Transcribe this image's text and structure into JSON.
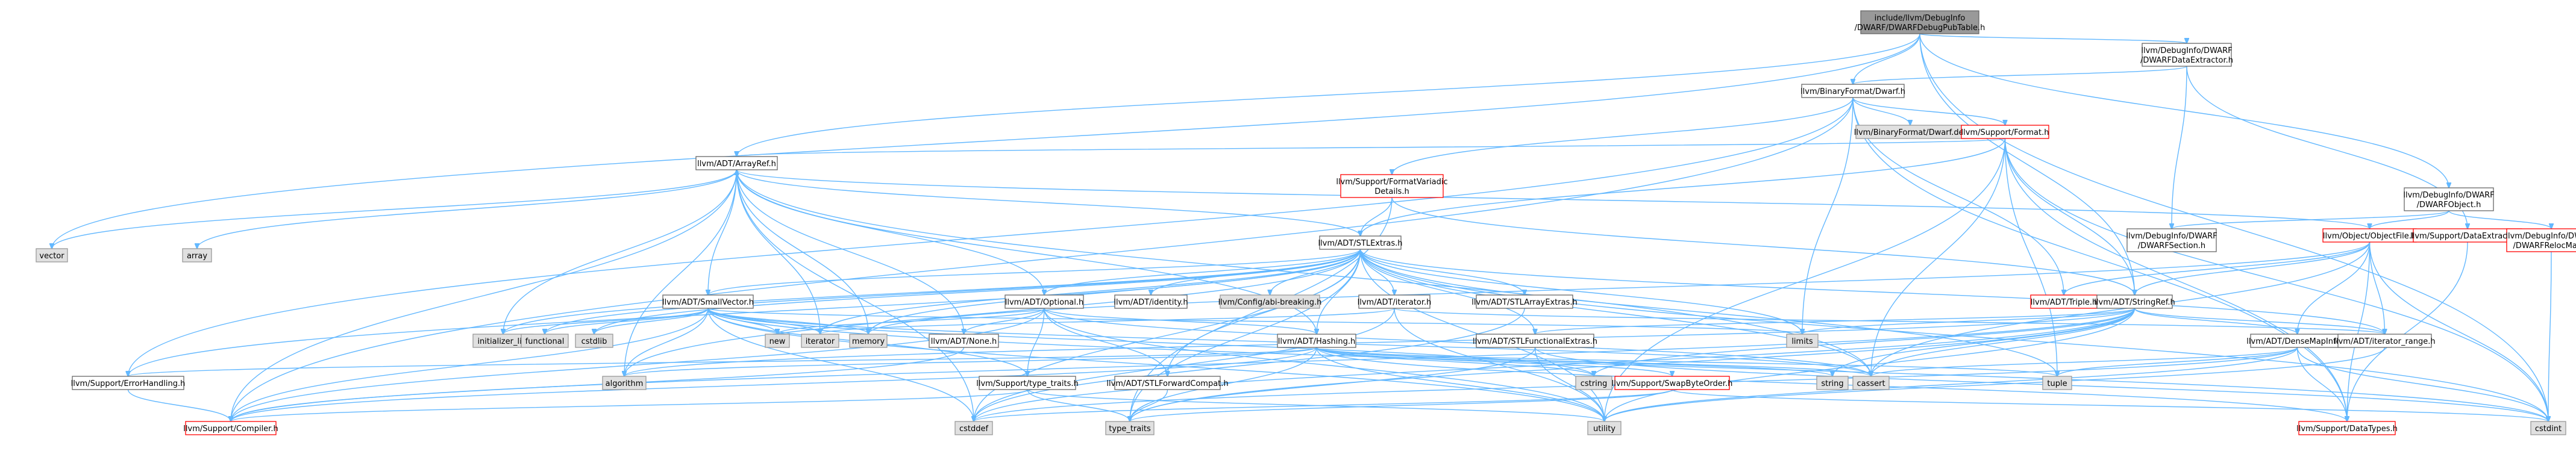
{
  "colors": {
    "edge": "#63b8ff",
    "node_border": "#666666",
    "missing_border": "#ff0000",
    "external_fill": "#e0e0e0",
    "root_fill": "#999999"
  },
  "nodes": [
    {
      "id": "root",
      "kind": "root",
      "lines": [
        "include/llvm/DebugInfo",
        "/DWARF/DWARFDebugPubTable.h"
      ]
    },
    {
      "id": "vector",
      "kind": "external",
      "lines": [
        "vector"
      ]
    },
    {
      "id": "dwarf",
      "kind": "internal",
      "lines": [
        "llvm/BinaryFormat/Dwarf.h"
      ]
    },
    {
      "id": "dataext",
      "kind": "internal",
      "lines": [
        "llvm/DebugInfo/DWARF",
        "/DWARFDataExtractor.h"
      ]
    },
    {
      "id": "dwobj",
      "kind": "internal",
      "lines": [
        "llvm/DebugInfo/DWARF",
        "/DWARFObject.h"
      ]
    },
    {
      "id": "dwarfdef",
      "kind": "external",
      "lines": [
        "llvm/BinaryFormat/Dwarf.def"
      ]
    },
    {
      "id": "format",
      "kind": "warn",
      "lines": [
        "llvm/Support/Format.h"
      ]
    },
    {
      "id": "arrayref",
      "kind": "internal",
      "lines": [
        "llvm/ADT/ArrayRef.h"
      ]
    },
    {
      "id": "fmtvar",
      "kind": "warn",
      "lines": [
        "llvm/Support/FormatVariadic",
        "Details.h"
      ]
    },
    {
      "id": "dwsection",
      "kind": "internal",
      "lines": [
        "llvm/DebugInfo/DWARF",
        "/DWARFSection.h"
      ]
    },
    {
      "id": "objfile",
      "kind": "warn",
      "lines": [
        "llvm/Object/ObjectFile.h"
      ]
    },
    {
      "id": "supdataext",
      "kind": "warn",
      "lines": [
        "llvm/Support/DataExtractor.h"
      ]
    },
    {
      "id": "relocmap",
      "kind": "warn",
      "lines": [
        "llvm/DebugInfo/DWARF",
        "/DWARFRelocMap.h"
      ]
    },
    {
      "id": "stlextras",
      "kind": "internal",
      "lines": [
        "llvm/ADT/STLExtras.h"
      ]
    },
    {
      "id": "array",
      "kind": "external",
      "lines": [
        "array"
      ]
    },
    {
      "id": "smallvector",
      "kind": "internal",
      "lines": [
        "llvm/ADT/SmallVector.h"
      ]
    },
    {
      "id": "optional",
      "kind": "internal",
      "lines": [
        "llvm/ADT/Optional.h"
      ]
    },
    {
      "id": "identity",
      "kind": "internal",
      "lines": [
        "llvm/ADT/identity.h"
      ]
    },
    {
      "id": "abibreak",
      "kind": "external",
      "lines": [
        "llvm/Config/abi-breaking.h"
      ]
    },
    {
      "id": "iteratorh",
      "kind": "internal",
      "lines": [
        "llvm/ADT/iterator.h"
      ]
    },
    {
      "id": "stlarray",
      "kind": "internal",
      "lines": [
        "llvm/ADT/STLArrayExtras.h"
      ]
    },
    {
      "id": "triple",
      "kind": "warn",
      "lines": [
        "llvm/ADT/Triple.h"
      ]
    },
    {
      "id": "stringref",
      "kind": "internal",
      "lines": [
        "llvm/ADT/StringRef.h"
      ]
    },
    {
      "id": "stlfunc",
      "kind": "internal",
      "lines": [
        "llvm/ADT/STLFunctionalExtras.h"
      ]
    },
    {
      "id": "hashing",
      "kind": "internal",
      "lines": [
        "llvm/ADT/Hashing.h"
      ]
    },
    {
      "id": "densemapinfo",
      "kind": "internal",
      "lines": [
        "llvm/ADT/DenseMapInfo.h"
      ]
    },
    {
      "id": "iterrange",
      "kind": "internal",
      "lines": [
        "llvm/ADT/iterator_range.h"
      ]
    },
    {
      "id": "nonehdr",
      "kind": "internal",
      "lines": [
        "llvm/ADT/None.h"
      ]
    },
    {
      "id": "initlist",
      "kind": "external",
      "lines": [
        "initializer_list"
      ]
    },
    {
      "id": "functional",
      "kind": "external",
      "lines": [
        "functional"
      ]
    },
    {
      "id": "cstdlib",
      "kind": "external",
      "lines": [
        "cstdlib"
      ]
    },
    {
      "id": "new",
      "kind": "external",
      "lines": [
        "new"
      ]
    },
    {
      "id": "iterator",
      "kind": "external",
      "lines": [
        "iterator"
      ]
    },
    {
      "id": "memory",
      "kind": "external",
      "lines": [
        "memory"
      ]
    },
    {
      "id": "limits",
      "kind": "external",
      "lines": [
        "limits"
      ]
    },
    {
      "id": "errhandling",
      "kind": "internal",
      "lines": [
        "llvm/Support/ErrorHandling.h"
      ]
    },
    {
      "id": "algorithm",
      "kind": "external",
      "lines": [
        "algorithm"
      ]
    },
    {
      "id": "typetraitsh",
      "kind": "internal",
      "lines": [
        "llvm/Support/type_traits.h"
      ]
    },
    {
      "id": "stlfwd",
      "kind": "internal",
      "lines": [
        "llvm/ADT/STLForwardCompat.h"
      ]
    },
    {
      "id": "cstring",
      "kind": "external",
      "lines": [
        "cstring"
      ]
    },
    {
      "id": "swapbyte",
      "kind": "warn",
      "lines": [
        "llvm/Support/SwapByteOrder.h"
      ]
    },
    {
      "id": "string",
      "kind": "external",
      "lines": [
        "string"
      ]
    },
    {
      "id": "cassert",
      "kind": "external",
      "lines": [
        "cassert"
      ]
    },
    {
      "id": "tuple",
      "kind": "external",
      "lines": [
        "tuple"
      ]
    },
    {
      "id": "datatypes",
      "kind": "warn",
      "lines": [
        "llvm/Support/DataTypes.h"
      ]
    },
    {
      "id": "compiler",
      "kind": "warn",
      "lines": [
        "llvm/Support/Compiler.h"
      ]
    },
    {
      "id": "typetraits",
      "kind": "external",
      "lines": [
        "type_traits"
      ]
    },
    {
      "id": "cstddef",
      "kind": "external",
      "lines": [
        "cstddef"
      ]
    },
    {
      "id": "utility",
      "kind": "external",
      "lines": [
        "utility"
      ]
    },
    {
      "id": "cstdint",
      "kind": "external",
      "lines": [
        "cstdint"
      ]
    }
  ],
  "edges": [
    [
      "root",
      "vector"
    ],
    [
      "root",
      "dwarf"
    ],
    [
      "root",
      "dataext"
    ],
    [
      "root",
      "dwobj"
    ],
    [
      "root",
      "arrayref"
    ],
    [
      "root",
      "stringref"
    ],
    [
      "root",
      "cstdint"
    ],
    [
      "dataext",
      "dwarf"
    ],
    [
      "dataext",
      "dwsection"
    ],
    [
      "dataext",
      "supdataext"
    ],
    [
      "dwobj",
      "objfile"
    ],
    [
      "dwobj",
      "dwsection"
    ],
    [
      "dwobj",
      "relocmap"
    ],
    [
      "dwarf",
      "dwarfdef"
    ],
    [
      "dwarf",
      "format"
    ],
    [
      "dwarf",
      "fmtvar"
    ],
    [
      "dwarf",
      "errhandling"
    ],
    [
      "dwarf",
      "compiler"
    ],
    [
      "dwarf",
      "triple"
    ],
    [
      "dwarf",
      "limits"
    ],
    [
      "dwarf",
      "datatypes"
    ],
    [
      "format",
      "arrayref"
    ],
    [
      "format",
      "stlextras"
    ],
    [
      "format",
      "stringref"
    ],
    [
      "format",
      "datatypes"
    ],
    [
      "format",
      "cstdint"
    ],
    [
      "format",
      "cassert"
    ],
    [
      "format",
      "tuple"
    ],
    [
      "format",
      "utility"
    ],
    [
      "fmtvar",
      "stlextras"
    ],
    [
      "fmtvar",
      "stringref"
    ],
    [
      "fmtvar",
      "typetraits"
    ],
    [
      "arrayref",
      "vector"
    ],
    [
      "arrayref",
      "array"
    ],
    [
      "arrayref",
      "stlextras"
    ],
    [
      "arrayref",
      "smallvector"
    ],
    [
      "arrayref",
      "initlist"
    ],
    [
      "arrayref",
      "memory"
    ],
    [
      "arrayref",
      "iterator"
    ],
    [
      "arrayref",
      "nonehdr"
    ],
    [
      "arrayref",
      "optional"
    ],
    [
      "arrayref",
      "hashing"
    ],
    [
      "arrayref",
      "compiler"
    ],
    [
      "arrayref",
      "algorithm"
    ],
    [
      "arrayref",
      "cstddef"
    ],
    [
      "arrayref",
      "cassert"
    ],
    [
      "stlextras",
      "identity"
    ],
    [
      "stlextras",
      "abibreak"
    ],
    [
      "stlextras",
      "iteratorh"
    ],
    [
      "stlextras",
      "stlarray"
    ],
    [
      "stlextras",
      "optional"
    ],
    [
      "stlextras",
      "stlfunc"
    ],
    [
      "stlextras",
      "stlfwd"
    ],
    [
      "stlextras",
      "iterrange"
    ],
    [
      "stlextras",
      "errhandling"
    ],
    [
      "stlextras",
      "functional"
    ],
    [
      "stlextras",
      "iterator"
    ],
    [
      "stlextras",
      "memory"
    ],
    [
      "stlextras",
      "limits"
    ],
    [
      "stlextras",
      "initlist"
    ],
    [
      "stlextras",
      "tuple"
    ],
    [
      "stlextras",
      "utility"
    ],
    [
      "stlextras",
      "cstdlib"
    ],
    [
      "stlextras",
      "cstddef"
    ],
    [
      "stlextras",
      "cassert"
    ],
    [
      "stlextras",
      "algorithm"
    ],
    [
      "stlextras",
      "typetraits"
    ],
    [
      "stlextras",
      "cstdint"
    ],
    [
      "stlextras",
      "hashing"
    ],
    [
      "stlextras",
      "smallvector"
    ],
    [
      "smallvector",
      "compiler"
    ],
    [
      "smallvector",
      "typetraitsh"
    ],
    [
      "smallvector",
      "algorithm"
    ],
    [
      "smallvector",
      "cstdlib"
    ],
    [
      "smallvector",
      "cstddef"
    ],
    [
      "smallvector",
      "cstring"
    ],
    [
      "smallvector",
      "functional"
    ],
    [
      "smallvector",
      "initlist"
    ],
    [
      "smallvector",
      "iterator"
    ],
    [
      "smallvector",
      "limits"
    ],
    [
      "smallvector",
      "memory"
    ],
    [
      "smallvector",
      "new"
    ],
    [
      "smallvector",
      "type_traits_dummy"
    ],
    [
      "smallvector",
      "utility"
    ],
    [
      "smallvector",
      "cassert"
    ],
    [
      "smallvector",
      "cstdint"
    ],
    [
      "optional",
      "nonehdr"
    ],
    [
      "optional",
      "stlfwd"
    ],
    [
      "optional",
      "compiler"
    ],
    [
      "optional",
      "typetraitsh"
    ],
    [
      "optional",
      "cassert"
    ],
    [
      "optional",
      "new"
    ],
    [
      "optional",
      "utility"
    ],
    [
      "optional",
      "hashing"
    ],
    [
      "iteratorh",
      "iterrange"
    ],
    [
      "iteratorh",
      "cstddef"
    ],
    [
      "iteratorh",
      "iterator"
    ],
    [
      "iteratorh",
      "type_traits"
    ],
    [
      "iteratorh",
      "utility"
    ],
    [
      "stlarray",
      "cstddef"
    ],
    [
      "stringref",
      "stlfunc"
    ],
    [
      "stringref",
      "densemapinfo"
    ],
    [
      "stringref",
      "iterrange"
    ],
    [
      "stringref",
      "compiler"
    ],
    [
      "stringref",
      "algorithm"
    ],
    [
      "stringref",
      "cassert"
    ],
    [
      "stringref",
      "cstddef"
    ],
    [
      "stringref",
      "cstring"
    ],
    [
      "stringref",
      "limits"
    ],
    [
      "stringref",
      "string"
    ],
    [
      "stringref",
      "type_traits"
    ],
    [
      "stringref",
      "utility"
    ],
    [
      "stringref",
      "typetraits"
    ],
    [
      "objfile",
      "stringref"
    ],
    [
      "objfile",
      "arrayref"
    ],
    [
      "objfile",
      "densemapinfo"
    ],
    [
      "objfile",
      "iterrange"
    ],
    [
      "objfile",
      "triple"
    ],
    [
      "objfile",
      "cassert"
    ],
    [
      "objfile",
      "cstdint"
    ],
    [
      "objfile",
      "memory"
    ],
    [
      "objfile",
      "datatypes"
    ],
    [
      "supdataext",
      "datatypes"
    ],
    [
      "relocmap",
      "cstdint"
    ],
    [
      "stlfunc",
      "stlextras_dummy"
    ],
    [
      "stlfunc",
      "cstdint"
    ],
    [
      "stlfunc",
      "type_traits"
    ],
    [
      "stlfunc",
      "utility"
    ],
    [
      "stlfunc",
      "typetraits"
    ],
    [
      "hashing",
      "errhandling"
    ],
    [
      "hashing",
      "datatypes"
    ],
    [
      "hashing",
      "swapbyte"
    ],
    [
      "hashing",
      "type_traits"
    ],
    [
      "hashing",
      "algorithm"
    ],
    [
      "hashing",
      "cassert"
    ],
    [
      "hashing",
      "cstring"
    ],
    [
      "hashing",
      "string"
    ],
    [
      "hashing",
      "tuple"
    ],
    [
      "hashing",
      "utility"
    ],
    [
      "hashing",
      "typetraits"
    ],
    [
      "hashing",
      "compiler"
    ],
    [
      "densemapinfo",
      "cassert"
    ],
    [
      "densemapinfo",
      "cstddef"
    ],
    [
      "densemapinfo",
      "cstdint"
    ],
    [
      "densemapinfo",
      "tuple"
    ],
    [
      "densemapinfo",
      "utility"
    ],
    [
      "densemapinfo",
      "datatypes"
    ],
    [
      "iterrange",
      "utility"
    ],
    [
      "nonehdr",
      "compiler"
    ],
    [
      "typetraitsh",
      "compiler"
    ],
    [
      "typetraitsh",
      "typetraits"
    ],
    [
      "typetraitsh",
      "utility"
    ],
    [
      "stlfwd",
      "typetraits"
    ],
    [
      "errhandling",
      "compiler"
    ],
    [
      "swapbyte",
      "cstddef"
    ],
    [
      "swapbyte",
      "cstdint"
    ],
    [
      "swapbyte",
      "typetraits"
    ]
  ]
}
